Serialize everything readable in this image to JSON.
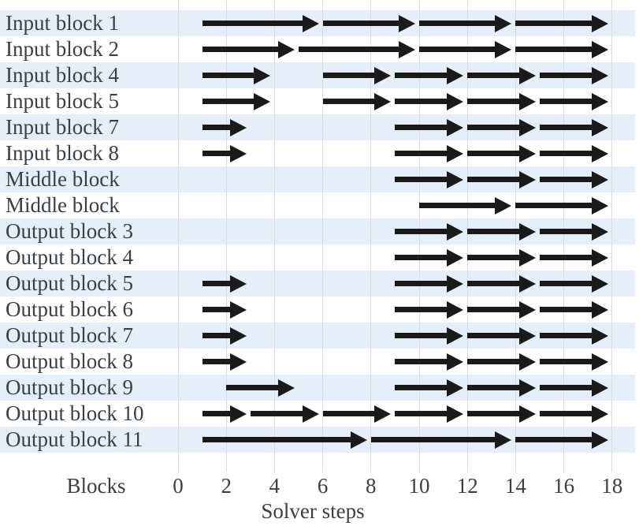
{
  "chart_data": {
    "type": "quiver-gantt",
    "xlabel": "Solver steps",
    "ylabel": "Blocks",
    "x_ticks": [
      0,
      2,
      4,
      6,
      8,
      10,
      12,
      14,
      16,
      18
    ],
    "xlim": [
      0,
      18
    ],
    "legend": "none",
    "grid": "vertical-on",
    "colors": {
      "arrow": "#1a1a1a",
      "stripe": "#e6eef9",
      "grid": "#d9dde0",
      "text": "#3a3f46",
      "background": "#ffffff"
    },
    "rows": [
      {
        "label": "Input block 1",
        "arrows": [
          [
            1,
            6
          ],
          [
            6,
            10
          ],
          [
            10,
            14
          ],
          [
            14,
            18
          ]
        ]
      },
      {
        "label": "Input block 2",
        "arrows": [
          [
            1,
            5
          ],
          [
            5,
            10
          ],
          [
            10,
            14
          ],
          [
            14,
            18
          ]
        ]
      },
      {
        "label": "Input block 4",
        "arrows": [
          [
            1,
            4
          ],
          [
            6,
            9
          ],
          [
            9,
            12
          ],
          [
            12,
            15
          ],
          [
            15,
            18
          ]
        ]
      },
      {
        "label": "Input block 5",
        "arrows": [
          [
            1,
            4
          ],
          [
            6,
            9
          ],
          [
            9,
            12
          ],
          [
            12,
            15
          ],
          [
            15,
            18
          ]
        ]
      },
      {
        "label": "Input block 7",
        "arrows": [
          [
            1,
            3
          ],
          [
            9,
            12
          ],
          [
            12,
            15
          ],
          [
            15,
            18
          ]
        ]
      },
      {
        "label": "Input block 8",
        "arrows": [
          [
            1,
            3
          ],
          [
            9,
            12
          ],
          [
            12,
            15
          ],
          [
            15,
            18
          ]
        ]
      },
      {
        "label": "Middle block",
        "arrows": [
          [
            9,
            12
          ],
          [
            12,
            15
          ],
          [
            15,
            18
          ]
        ]
      },
      {
        "label": "Middle block",
        "arrows": [
          [
            10,
            14
          ],
          [
            14,
            18
          ]
        ]
      },
      {
        "label": "Output block 3",
        "arrows": [
          [
            9,
            12
          ],
          [
            12,
            15
          ],
          [
            15,
            18
          ]
        ]
      },
      {
        "label": "Output block 4",
        "arrows": [
          [
            9,
            12
          ],
          [
            12,
            15
          ],
          [
            15,
            18
          ]
        ]
      },
      {
        "label": "Output block 5",
        "arrows": [
          [
            1,
            3
          ],
          [
            9,
            12
          ],
          [
            12,
            15
          ],
          [
            15,
            18
          ]
        ]
      },
      {
        "label": "Output block 6",
        "arrows": [
          [
            1,
            3
          ],
          [
            9,
            12
          ],
          [
            12,
            15
          ],
          [
            15,
            18
          ]
        ]
      },
      {
        "label": "Output block 7",
        "arrows": [
          [
            1,
            3
          ],
          [
            9,
            12
          ],
          [
            12,
            15
          ],
          [
            15,
            18
          ]
        ]
      },
      {
        "label": "Output block 8",
        "arrows": [
          [
            1,
            3
          ],
          [
            9,
            12
          ],
          [
            12,
            15
          ],
          [
            15,
            18
          ]
        ]
      },
      {
        "label": "Output block 9",
        "arrows": [
          [
            2,
            5
          ],
          [
            9,
            12
          ],
          [
            12,
            15
          ],
          [
            15,
            18
          ]
        ]
      },
      {
        "label": "Output block 10",
        "arrows": [
          [
            1,
            3
          ],
          [
            3,
            6
          ],
          [
            6,
            9
          ],
          [
            9,
            12
          ],
          [
            12,
            15
          ],
          [
            15,
            18
          ]
        ]
      },
      {
        "label": "Output block 11",
        "arrows": [
          [
            1,
            8
          ],
          [
            8,
            14
          ],
          [
            14,
            18
          ]
        ]
      }
    ]
  }
}
